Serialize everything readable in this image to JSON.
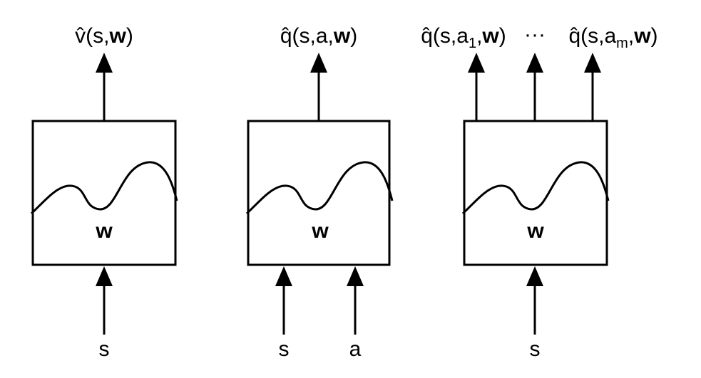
{
  "diagrams": [
    {
      "output_labels": [
        {
          "prefix": "v̂(s,",
          "bold": "w",
          "suffix": ")"
        }
      ],
      "weight_label": "w",
      "input_labels": [
        "s"
      ]
    },
    {
      "output_labels": [
        {
          "prefix": "q̂(s,a,",
          "bold": "w",
          "suffix": ")"
        }
      ],
      "weight_label": "w",
      "input_labels": [
        "s",
        "a"
      ]
    },
    {
      "output_labels": [
        {
          "prefix": "q̂(s,a",
          "sub": "1",
          "mid": ",",
          "bold": "w",
          "suffix": ")"
        },
        {
          "prefix": "q̂(s,a",
          "sub": "m",
          "mid": ",",
          "bold": "w",
          "suffix": ")"
        }
      ],
      "ellipsis": "···",
      "weight_label": "w",
      "input_labels": [
        "s"
      ]
    }
  ]
}
